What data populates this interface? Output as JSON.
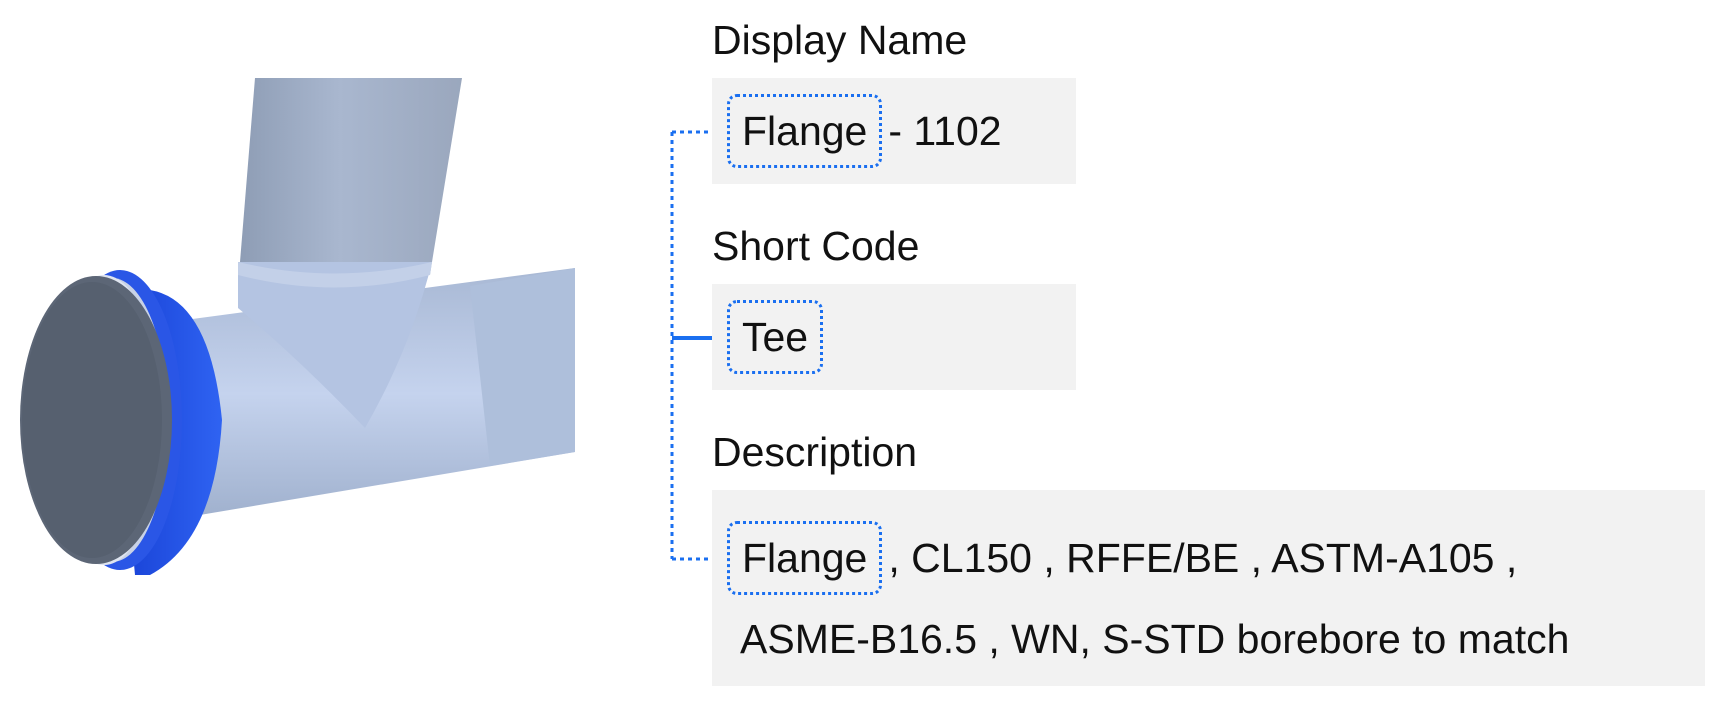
{
  "colors": {
    "accent": "#1a6ff0",
    "field_bg": "#f2f2f2",
    "flange_blue": "#1f4fe8",
    "pipe_light": "#b9c8e3",
    "pipe_dark": "#5f6a80"
  },
  "display_name": {
    "label": "Display Name",
    "token": "Flange",
    "rest": "- 1102"
  },
  "short_code": {
    "label": "Short Code",
    "token": "Tee"
  },
  "description": {
    "label": "Description",
    "token": "Flange",
    "rest_line1": ", CL150 , RFFE/BE , ASTM-A105 ,",
    "line2": "ASME-B16.5 , WN, S-STD borebore to match"
  }
}
